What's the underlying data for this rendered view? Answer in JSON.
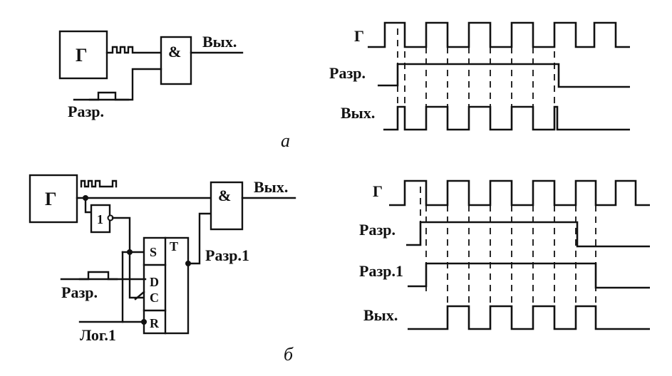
{
  "diagram_a": {
    "caption": "а",
    "generator_label": "Г",
    "and_label": "&",
    "output_label": "Вых.",
    "enable_label": "Разр.",
    "timing": {
      "labels": {
        "clock": "Г",
        "enable": "Разр.",
        "output": "Вых."
      }
    }
  },
  "diagram_b": {
    "caption": "б",
    "generator_label": "Г",
    "inverter_label": "1",
    "and_label": "&",
    "output_label": "Вых.",
    "enable_label": "Разр.",
    "enable1_label": "Разр.1",
    "logic1_label": "Лог.1",
    "trigger": {
      "s": "S",
      "t": "T",
      "d": "D",
      "c": "C",
      "r": "R"
    },
    "timing": {
      "labels": {
        "clock": "Г",
        "enable": "Разр.",
        "enable1": "Разр.1",
        "output": "Вых."
      }
    }
  }
}
